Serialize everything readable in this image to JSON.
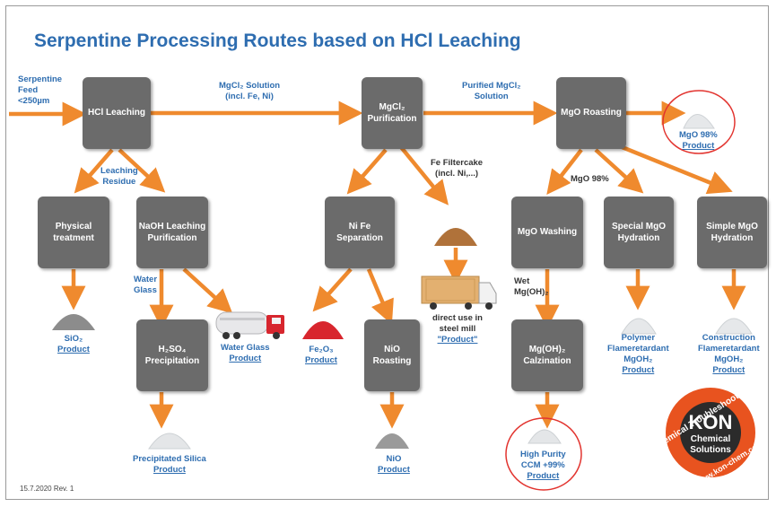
{
  "title": "Serpentine Processing Routes based on HCl Leaching",
  "boxes": {
    "hcl_leaching": "HCl Leaching",
    "mgcl2_purification": "MgCl₂ Purification",
    "mgo_roasting": "MgO Roasting",
    "physical_treatment": "Physical treatment",
    "naoh_leaching": "NaOH Leaching Purification",
    "nife_separation": "Ni Fe Separation",
    "mgo_washing": "MgO Washing",
    "special_mgo_hydration": "Special MgO Hydration",
    "simple_mgo_hydration": "Simple MgO Hydration",
    "h2so4_precipitation": "H₂SO₄ Precipitation",
    "nio_roasting": "NiO Roasting",
    "mgoh2_calzination": "Mg(OH)₂ Calzination"
  },
  "labels": {
    "feed_1": "Serpentine",
    "feed_2": "Feed",
    "feed_3": "<250µm",
    "mgcl2_solution_1": "MgCl₂ Solution",
    "mgcl2_solution_2": "(incl. Fe, Ni)",
    "purified_1": "Purified MgCl₂",
    "purified_2": "Solution",
    "residue_1": "Leaching",
    "residue_2": "Residue",
    "filtercake_1": "Fe Filtercake",
    "filtercake_2": "(incl. Ni,...)",
    "mgo98_mid": "MgO 98%",
    "water_glass_1": "Water",
    "water_glass_2": "Glass",
    "wet_1": "Wet",
    "wet_2": "Mg(OH)₂"
  },
  "products": {
    "product": "Product",
    "mgo98_name": "MgO 98%",
    "sio2_name": "SiO₂",
    "water_glass_name": "Water Glass",
    "fe2o3_name": "Fe₂O₃",
    "direct_use_1": "direct use in",
    "direct_use_2": "steel mill",
    "direct_use_3": "\"Product\"",
    "silica_name": "Precipitated Silica",
    "nio_name": "NiO",
    "ccm_1": "High Purity",
    "ccm_2": "CCM +99%",
    "polymer_1": "Polymer",
    "polymer_2": "Flameretardant",
    "polymer_3": "MgOH₂",
    "construction_1": "Construction",
    "construction_2": "Flameretardant",
    "construction_3": "MgOH₂"
  },
  "logo": {
    "kon": "KON",
    "chemical": "Chemical",
    "solutions": "Solutions",
    "ring_top": "Chemical Troubleshooting",
    "ring_bottom": "www.kon-chem.com"
  },
  "footer": "15.7.2020 Rev. 1",
  "colors": {
    "title": "#2e6db0",
    "box": "#6b6b6b",
    "arrow": "#ef8a2e",
    "highlight": "#e2342f",
    "logo": "#e8531f"
  }
}
